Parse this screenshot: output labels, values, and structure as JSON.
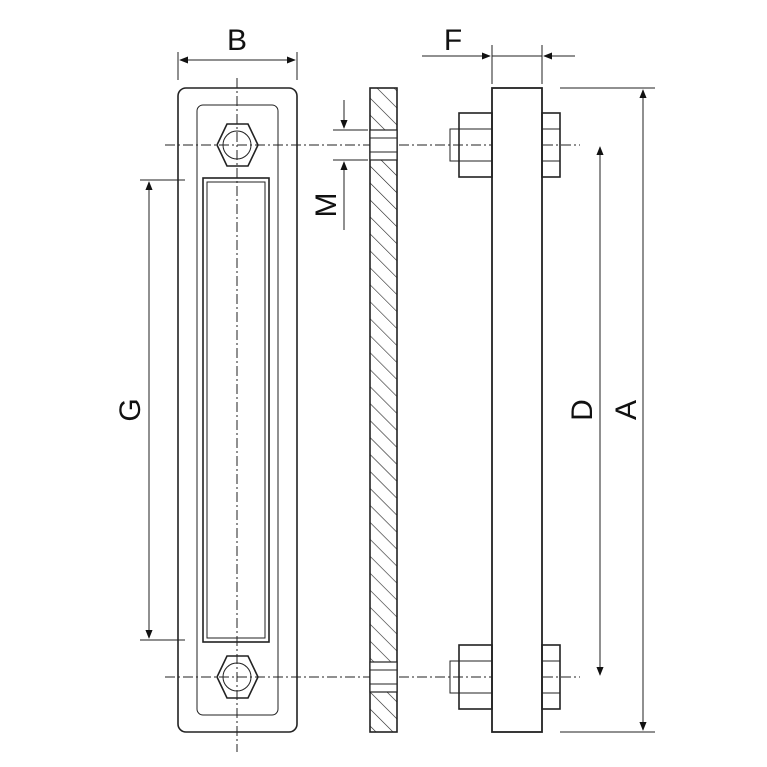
{
  "labels": {
    "B": "B",
    "F": "F",
    "M": "M",
    "G": "G",
    "D": "D",
    "A": "A"
  },
  "colors": {
    "line": "#222222",
    "background": "#ffffff"
  }
}
